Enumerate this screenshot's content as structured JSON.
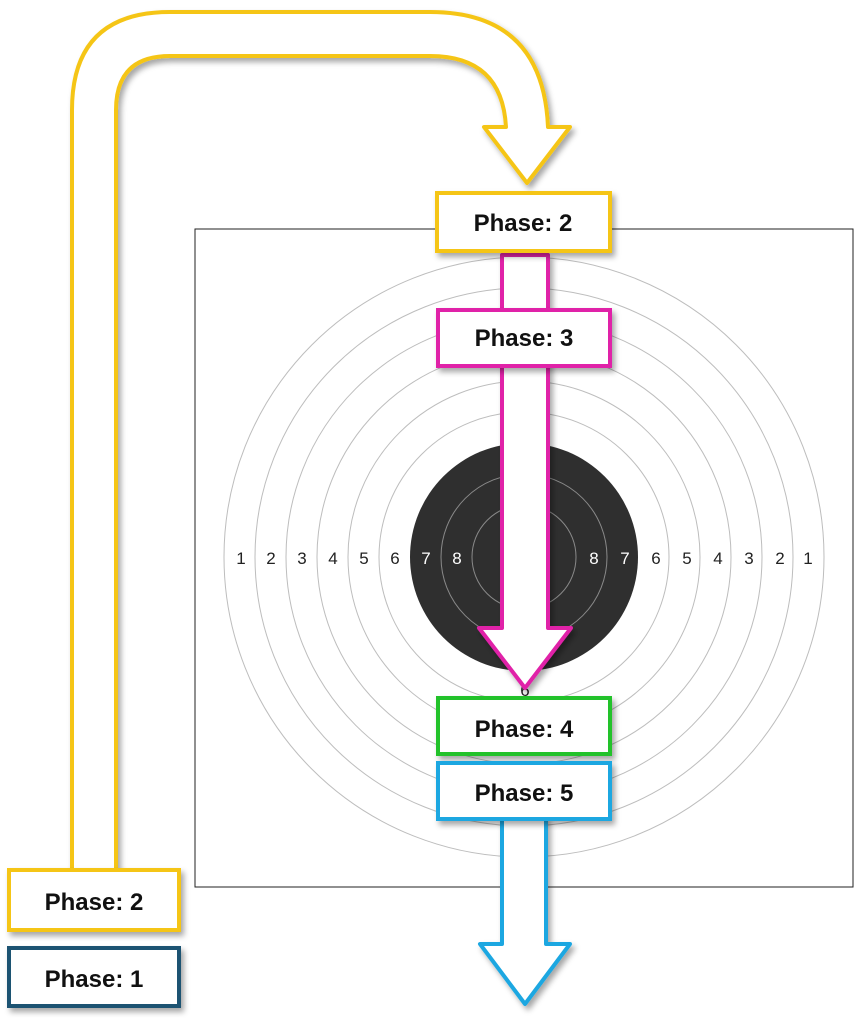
{
  "colors": {
    "yellow": "#F5C518",
    "magenta": "#E020A8",
    "green": "#22C22A",
    "cyan": "#1EA7E1",
    "navy": "#1F5272",
    "bull": "#2f2f2f"
  },
  "phases": {
    "phase1": "Phase: 1",
    "phase2_bottom": "Phase: 2",
    "phase2_top": "Phase: 2",
    "phase3": "Phase: 3",
    "phase4": "Phase: 4",
    "phase5": "Phase: 5"
  },
  "target": {
    "left_numbers": [
      "1",
      "2",
      "3",
      "4",
      "5",
      "6",
      "7",
      "8"
    ],
    "right_numbers": [
      "8",
      "7",
      "6",
      "5",
      "4",
      "3",
      "2",
      "1"
    ],
    "bottom_number": "6"
  }
}
